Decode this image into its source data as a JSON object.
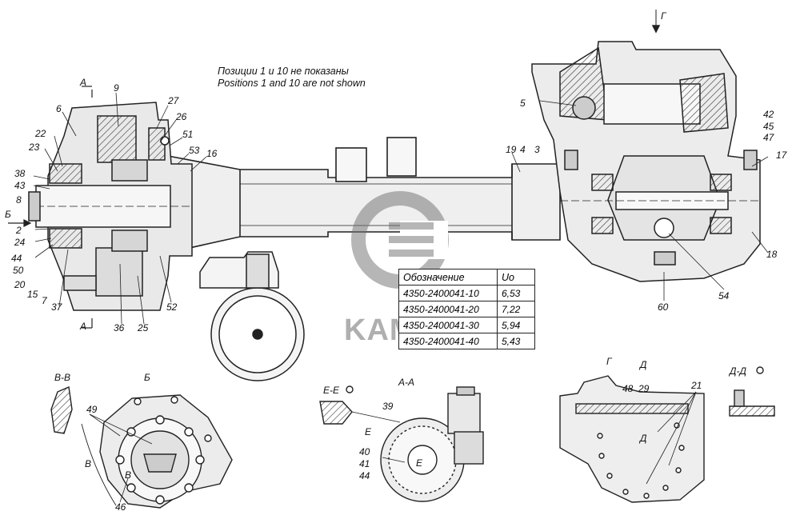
{
  "note": {
    "line_ru": "Позиции 1 и 10 не показаны",
    "line_en": "Positions 1 and 10 are not shown"
  },
  "logo": {
    "text": "KAMAZ"
  },
  "table": {
    "headers": [
      "Обозначение",
      "Uo"
    ],
    "rows": [
      [
        "4350-2400041-10",
        "6,53"
      ],
      [
        "4350-2400041-20",
        "7,22"
      ],
      [
        "4350-2400041-30",
        "5,94"
      ],
      [
        "4350-2400041-40",
        "5,43"
      ]
    ]
  },
  "callouts": {
    "c9": "9",
    "c6": "6",
    "c27": "27",
    "c26": "26",
    "c51": "51",
    "c53": "53",
    "c16": "16",
    "c22": "22",
    "c23": "23",
    "c38": "38",
    "c43": "43",
    "c8": "8",
    "c2": "2",
    "c24": "24",
    "c44": "44",
    "c50": "50",
    "c20": "20",
    "c15": "15",
    "c7": "7",
    "c37": "37",
    "c36": "36",
    "c25": "25",
    "c52": "52",
    "c19": "19",
    "c4": "4",
    "c3": "3",
    "c5": "5",
    "c42": "42",
    "c45": "45",
    "c47": "47",
    "c17": "17",
    "c18": "18",
    "c54": "54",
    "c60": "60",
    "c49": "49",
    "c46": "46",
    "c39": "39",
    "c40": "40",
    "c41": "41",
    "c44b": "44",
    "c48": "48",
    "c29": "29",
    "c21": "21"
  },
  "section_marks": {
    "a_top": "А",
    "a_bottom": "А",
    "b_arrow": "Б",
    "g_top": "Г",
    "g_view": "Г",
    "d_top": "Д",
    "d_mid": "Д",
    "e_arrow": "Е",
    "e_mid": "Е",
    "v_left": "В",
    "v_mid": "В"
  },
  "views": {
    "vv": "В-В",
    "b": "Б",
    "aa": "А-А",
    "ee": "Е-Е",
    "dd": "Д-Д"
  }
}
